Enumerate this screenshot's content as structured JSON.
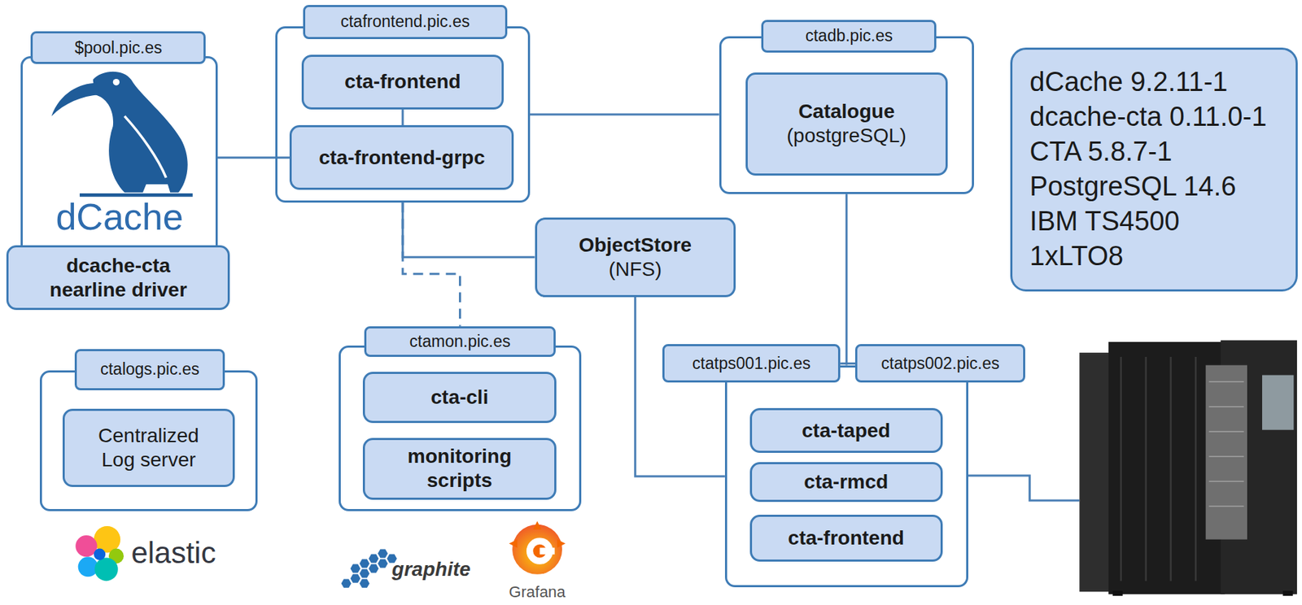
{
  "diagram": {
    "nodes": [
      {
        "text": [
          "$pool.pic.es"
        ]
      },
      {
        "text": [
          "dcache-cta nearline driver"
        ],
        "in": 0
      },
      {
        "text": [
          "ctafrontend.pic.es"
        ]
      },
      {
        "text": [
          "cta-frontend"
        ],
        "in": 2
      },
      {
        "text": [
          "cta-frontend-grpc"
        ],
        "in": 2
      },
      {
        "text": [
          "ctadb.pic.es"
        ]
      },
      {
        "text": [
          "Catalogue",
          "(postgreSQL)"
        ],
        "in": 5
      },
      {
        "text": [
          "dCache 9.2.11-1",
          "dcache-cta 0.11.0-1",
          "CTA 5.8.7-1",
          "PostgreSQL 14.6",
          "IBM TS4500",
          "1xLTO8"
        ]
      },
      {
        "text": [
          "ObjectStore",
          "(NFS)"
        ]
      },
      {
        "text": [
          "ctamon.pic.es"
        ]
      },
      {
        "text": [
          "cta-cli"
        ],
        "in": 9
      },
      {
        "text": [
          "monitoring scripts"
        ],
        "in": 9
      },
      {
        "text": [
          "ctalogs.pic.es"
        ]
      },
      {
        "text": [
          "Centralized Log server"
        ],
        "in": 12
      },
      {
        "text": [
          "ctatps001.pic.es",
          "ctatps002.pic.es"
        ]
      },
      {
        "text": [
          "cta-taped"
        ],
        "in": 14
      },
      {
        "text": [
          "cta-rmcd"
        ],
        "in": 14
      },
      {
        "text": [
          "cta-frontend"
        ],
        "in": 14
      }
    ],
    "edges": [
      {
        "from": 0,
        "to": 4,
        "arrow": "none"
      },
      {
        "from": 3,
        "to": 4,
        "arrow": "none"
      },
      {
        "from": 2,
        "to": 5,
        "arrow": "none"
      },
      {
        "from": 2,
        "to": 8,
        "arrow": "none"
      },
      {
        "from": 2,
        "to": 9,
        "arrow": "none"
      },
      {
        "from": 5,
        "to": 14,
        "arrow": "none"
      },
      {
        "from": 8,
        "to": 14,
        "arrow": "none"
      }
    ],
    "labels": [
      "dCache",
      "elastic",
      "graphite",
      "Grafana"
    ]
  }
}
